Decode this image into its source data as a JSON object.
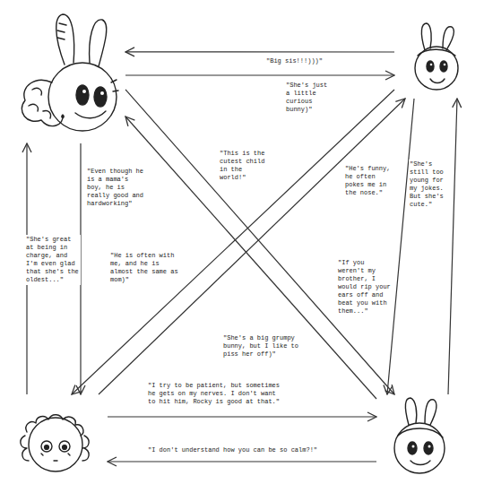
{
  "diagram": {
    "nodes": [
      {
        "text": []
      },
      {
        "text": []
      },
      {
        "text": []
      },
      {
        "text": []
      }
    ],
    "edges": [
      {
        "from": 1,
        "to": 0,
        "arrow": "to",
        "label": "\"Big sis!!!)))\""
      },
      {
        "from": 0,
        "to": 1,
        "arrow": "to",
        "label": "\"She's just a little curious bunny)\""
      },
      {
        "from": 2,
        "to": 1,
        "arrow": "to",
        "label": "\"This is the cutest child in the world!\""
      },
      {
        "from": 1,
        "to": 3,
        "arrow": "to",
        "label": "\"He's funny, he often pokes me in the nose.\""
      },
      {
        "from": 3,
        "to": 1,
        "arrow": "to",
        "label": "\"She's still too young for my jokes. But she's cute.\""
      },
      {
        "from": 2,
        "to": 0,
        "arrow": "to",
        "label": "\"She's great at being in charge, and I'm even glad that she's the oldest...\""
      },
      {
        "from": 0,
        "to": 2,
        "arrow": "to",
        "label": "\"Even though he is a mama's boy, he is really good and hardworking\""
      },
      {
        "from": 1,
        "to": 2,
        "arrow": "to",
        "label": "\"He is often with me, and he is almost the same as mom)\""
      },
      {
        "from": 0,
        "to": 3,
        "arrow": "to",
        "label": "\"If you weren't my brother, I would rip your ears off and beat you with them...\""
      },
      {
        "from": 3,
        "to": 0,
        "arrow": "to",
        "label": "\"She's a big grumpy bunny, but I like to piss her off)\""
      },
      {
        "from": 2,
        "to": 3,
        "arrow": "to",
        "label": "\"I try to be patient, but sometimes he gets on my nerves. I don't want to hit him, Rocky is good at that.\""
      },
      {
        "from": 3,
        "to": 2,
        "arrow": "to",
        "label": "\"I don't understand how you can be so calm?!\""
      }
    ]
  }
}
